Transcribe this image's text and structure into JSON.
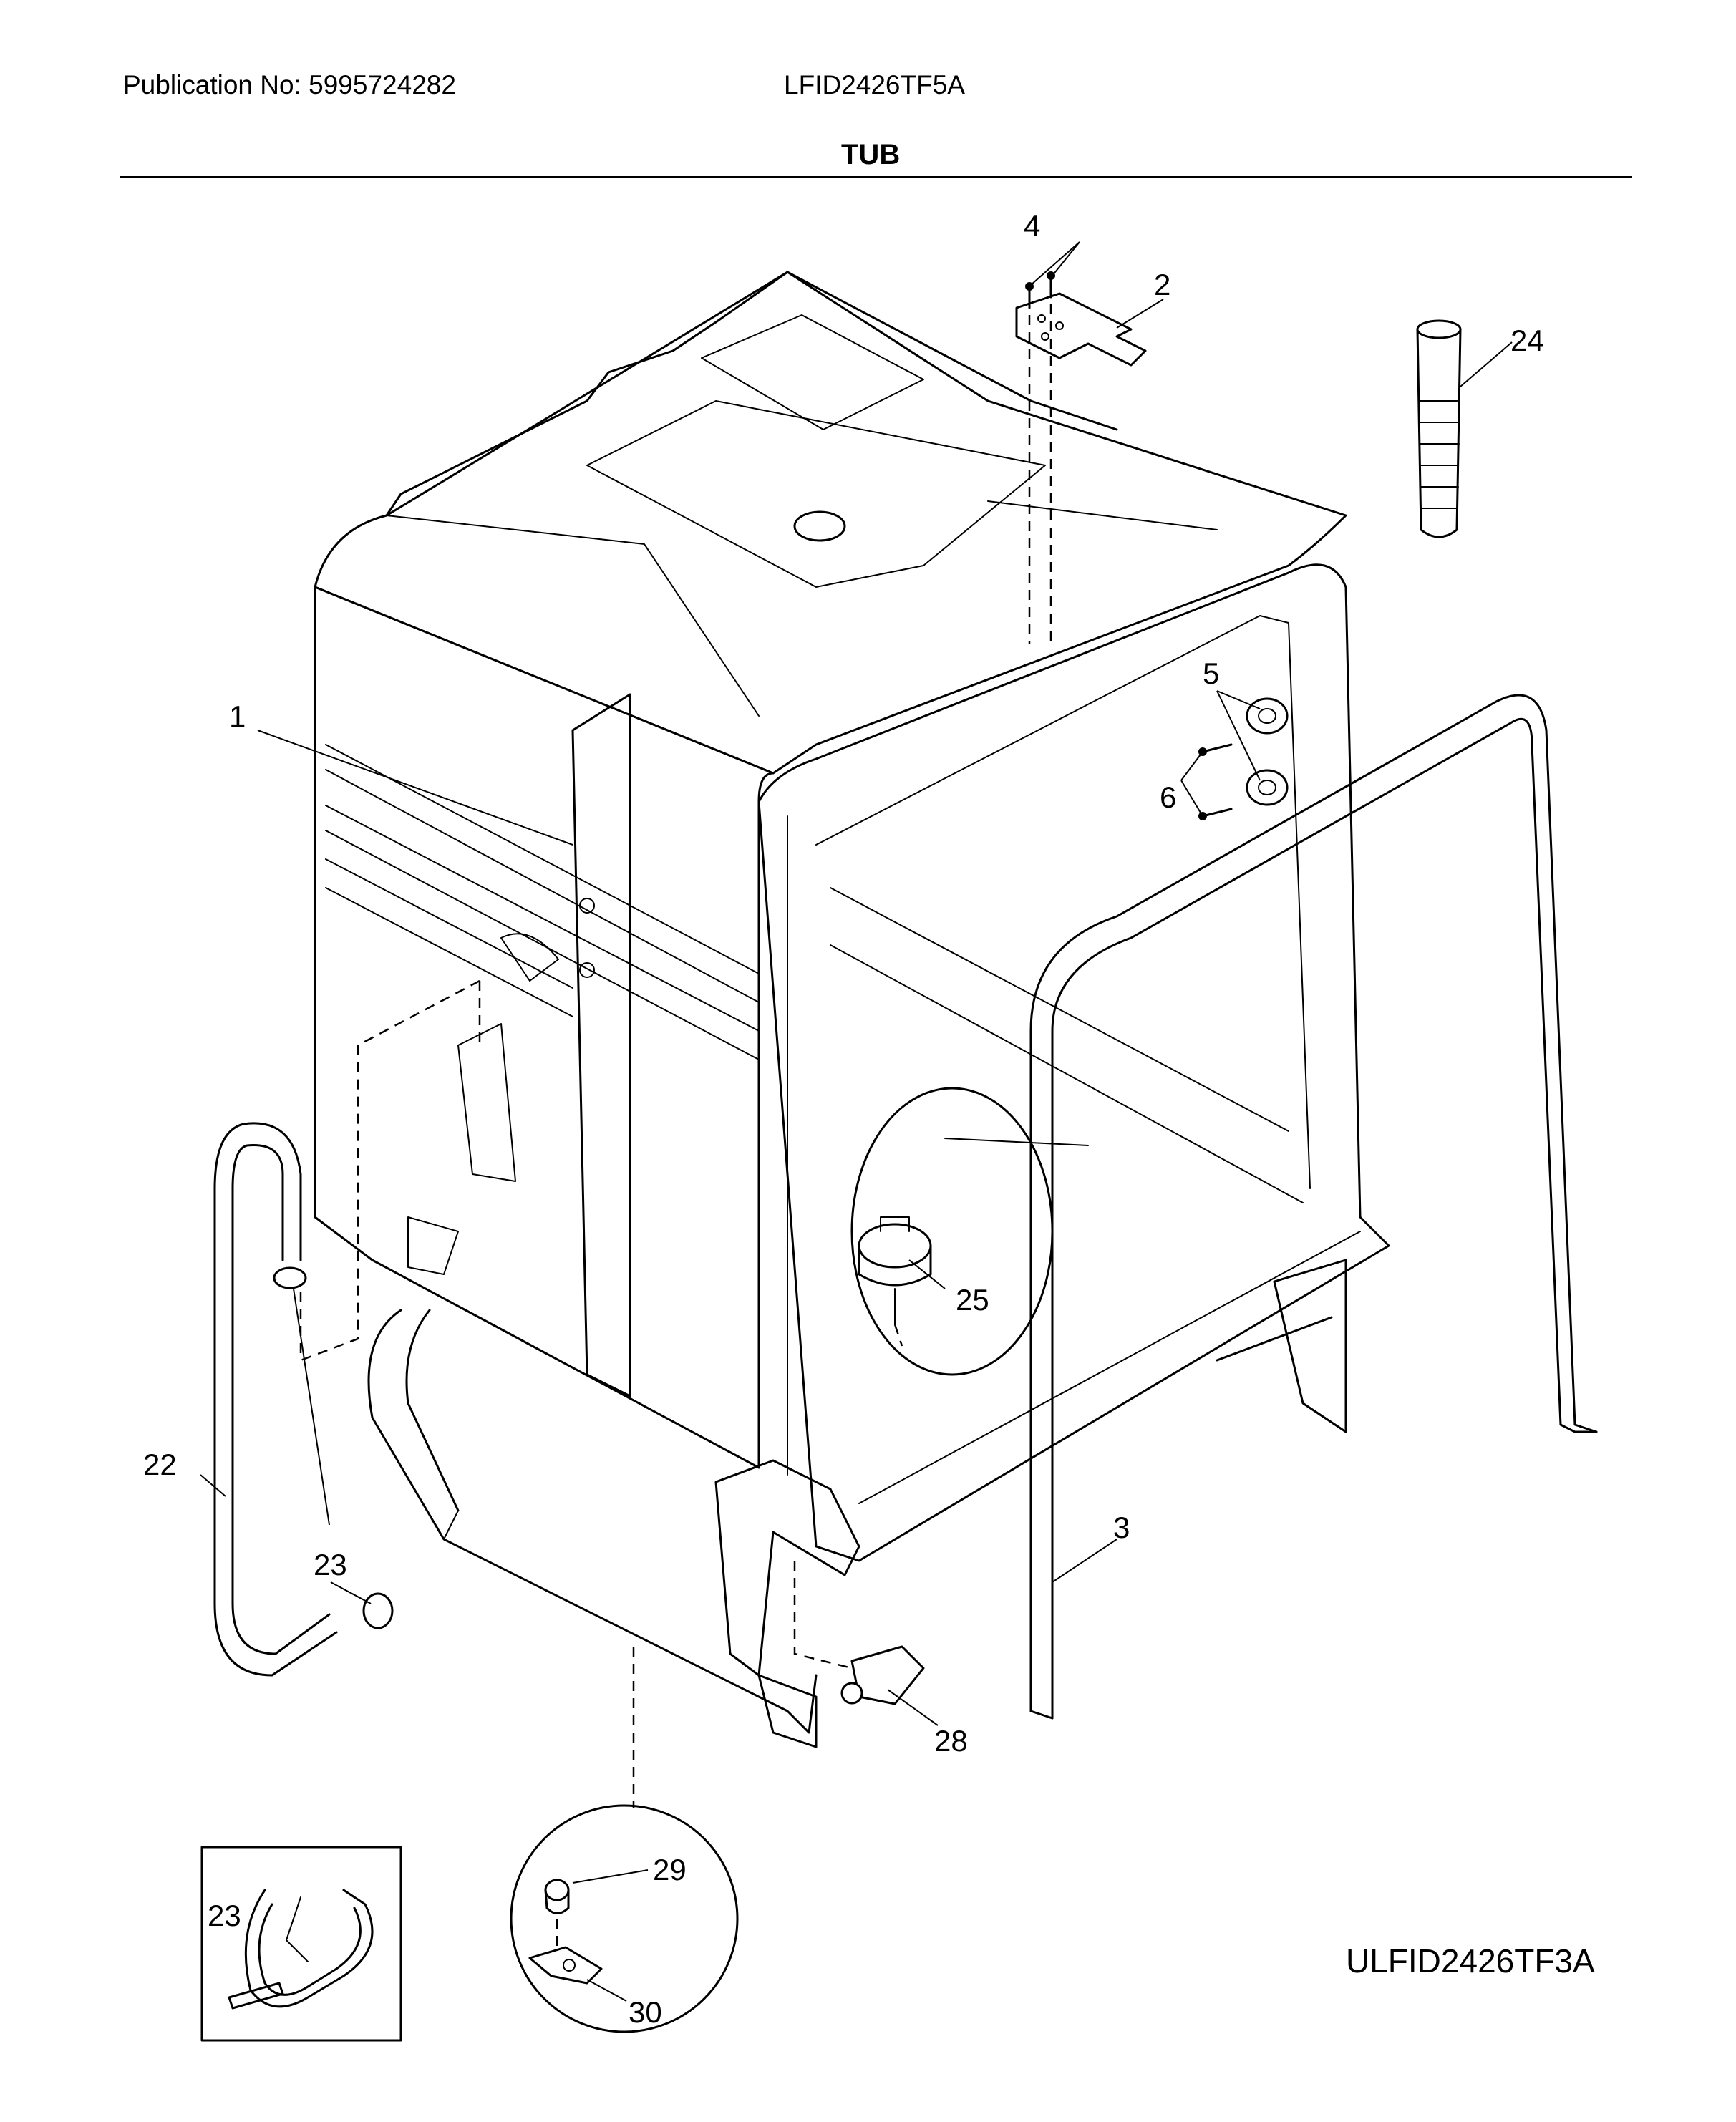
{
  "header": {
    "publication": "Publication No: 5995724282",
    "model": "LFID2426TF5A",
    "section_title": "TUB"
  },
  "footer": {
    "diagram_code": "ULFID2426TF3A"
  },
  "callouts": [
    "1",
    "2",
    "3",
    "4",
    "5",
    "6",
    "22",
    "23",
    "23",
    "24",
    "25",
    "28",
    "29",
    "30"
  ],
  "colors": {
    "ink": "#000000",
    "paper": "#ffffff"
  }
}
